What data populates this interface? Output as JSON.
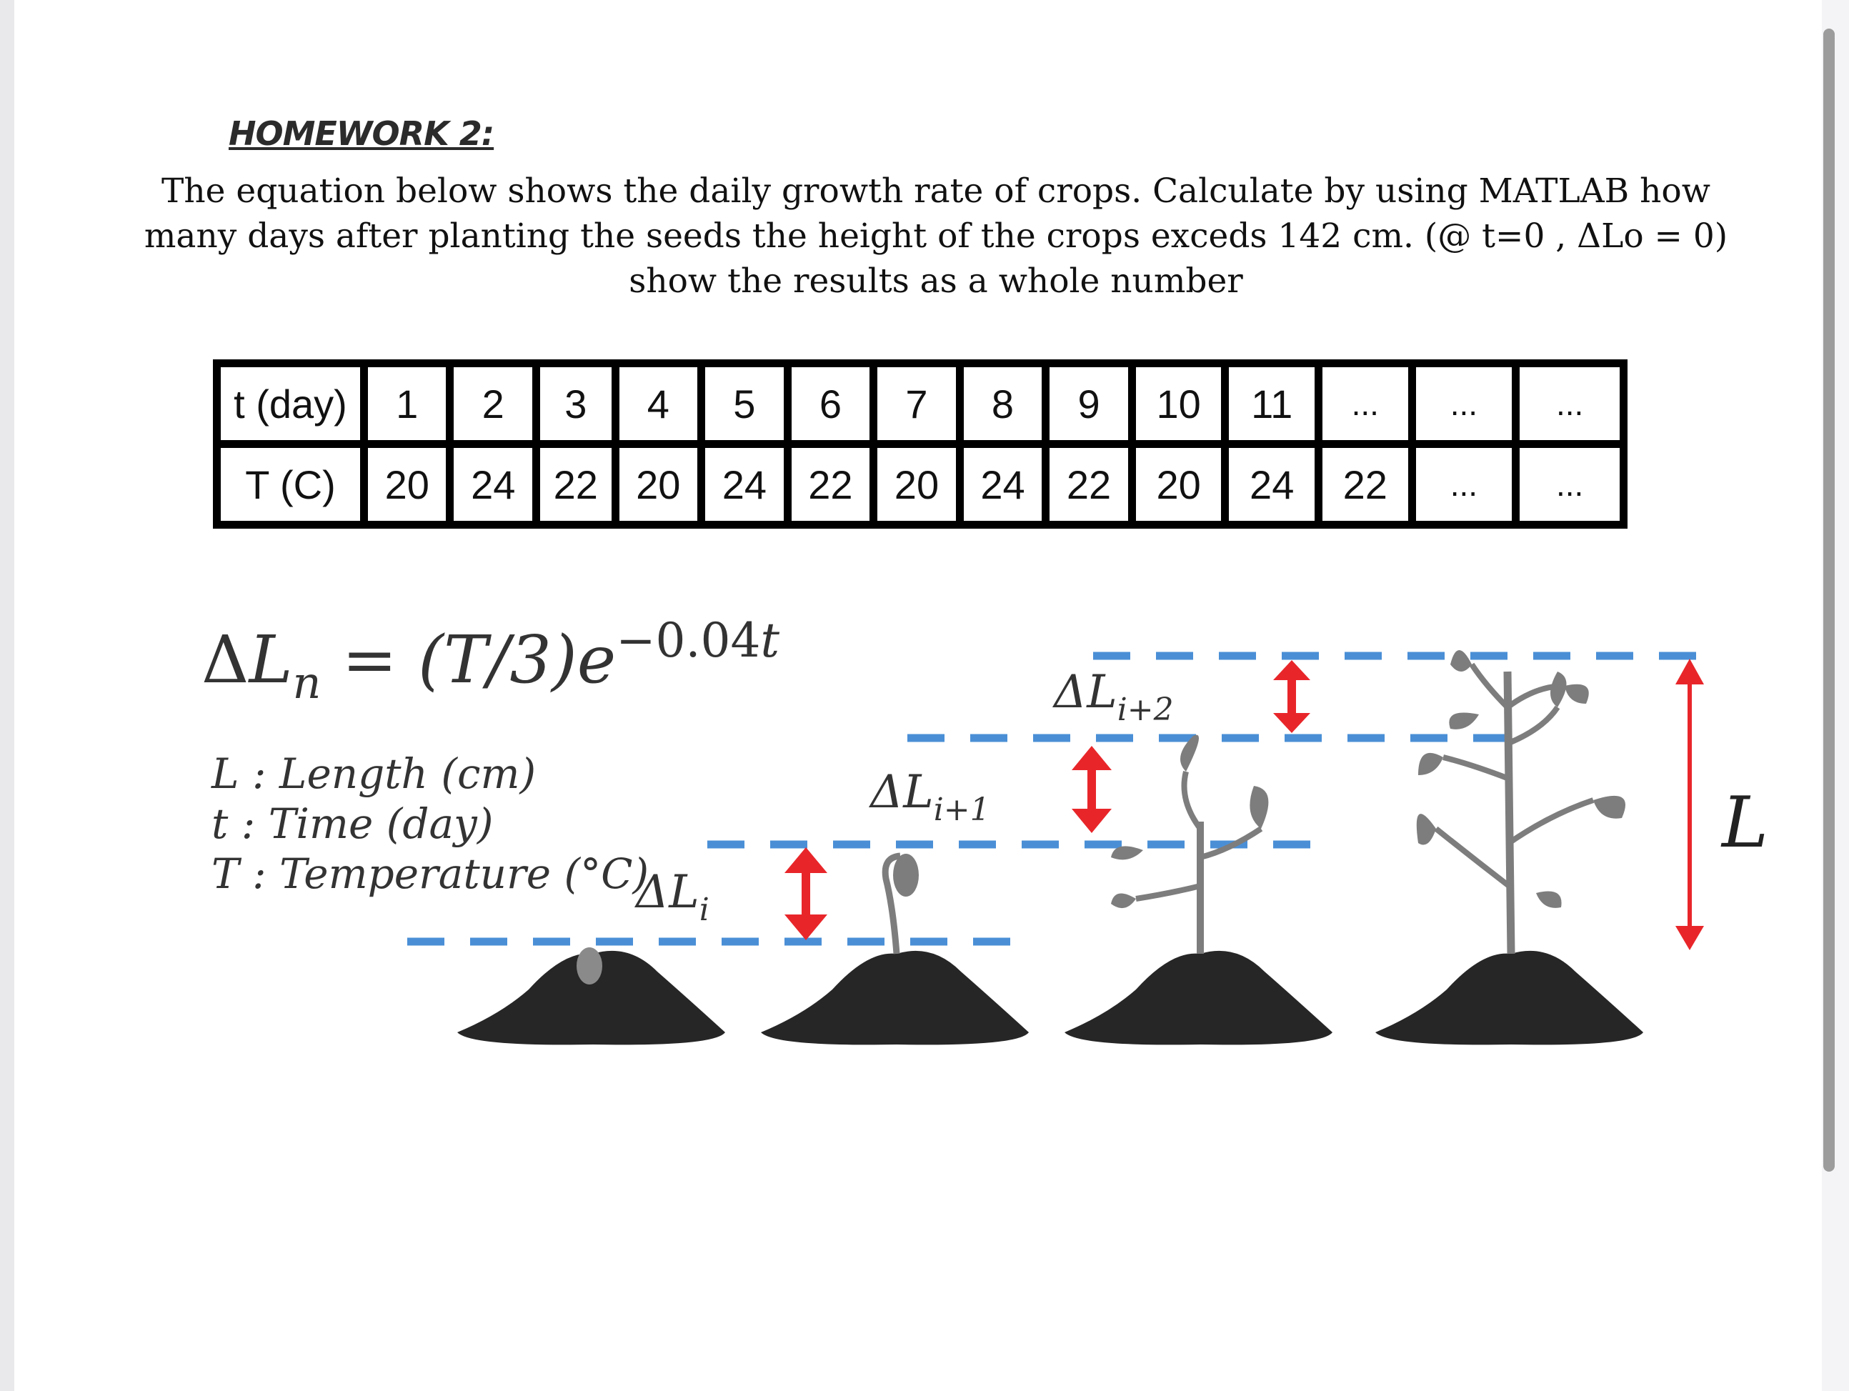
{
  "homework": {
    "title": "HOMEWORK 2:",
    "problem_lines": [
      "The equation below shows the daily growth rate of crops. Calculate by using MATLAB how",
      "many days after planting the seeds the height of the crops exceds 142 cm. (@ t=0 , ΔLo = 0)",
      "show the results as a whole number"
    ]
  },
  "table": {
    "row1_header": "t (day)",
    "row2_header": "T (C)",
    "days": [
      "1",
      "2",
      "3",
      "4",
      "5",
      "6",
      "7",
      "8",
      "9",
      "10",
      "11",
      "...",
      "...",
      "..."
    ],
    "temps": [
      "20",
      "24",
      "22",
      "20",
      "24",
      "22",
      "20",
      "24",
      "22",
      "20",
      "24",
      "22",
      "...",
      "..."
    ]
  },
  "equation": {
    "lhs_delta": "Δ",
    "lhs_L": "L",
    "lhs_sub": "n",
    "equals": " = ",
    "rhs_main": "(T/3)e",
    "rhs_exp_num": "−0.04",
    "rhs_exp_var": "t"
  },
  "legend": {
    "length": "L : Length (cm)",
    "time": "t  : Time (day)",
    "temperature": "T : Temperature (°C)"
  },
  "diagram": {
    "dl_i": "ΔL",
    "dl_i_sub": "i",
    "dl_i1": "ΔL",
    "dl_i1_sub": "i+1",
    "dl_i2": "ΔL",
    "dl_i2_sub": "i+2",
    "total": "L",
    "dash_color": "#4a8fd6",
    "arrow_color": "#e8262a",
    "soil_color": "#262626",
    "leaf_color": "#7d7d7d"
  }
}
